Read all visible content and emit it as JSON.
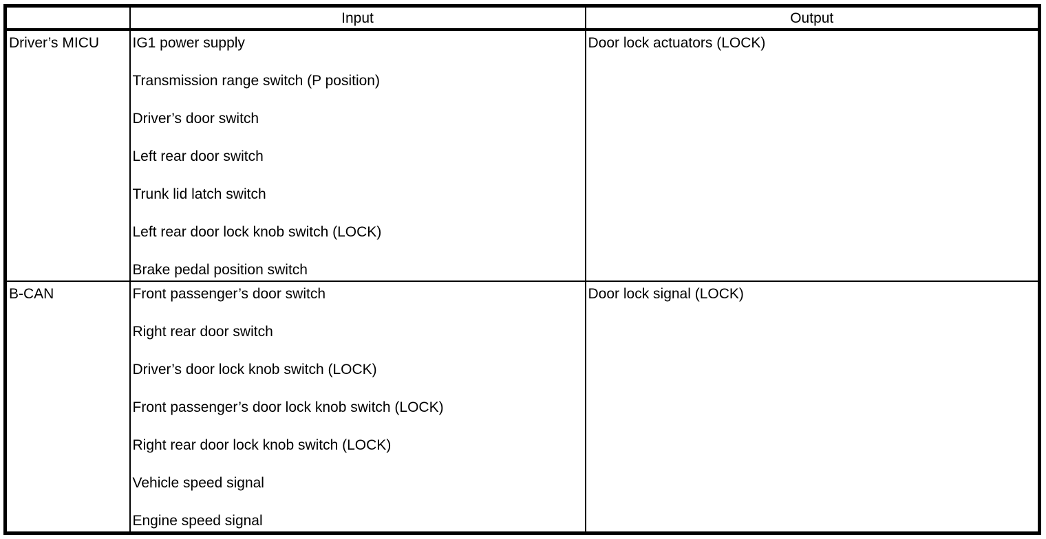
{
  "table": {
    "headers": {
      "source": "",
      "input": "Input",
      "output": "Output"
    },
    "rows": [
      {
        "source": "Driver’s MICU",
        "inputs": [
          "IG1 power supply",
          "Transmission range switch (P position)",
          "Driver’s door switch",
          "Left rear door switch",
          "Trunk lid latch switch",
          "Left rear door lock knob switch (LOCK)",
          "Brake pedal position switch"
        ],
        "outputs": [
          "Door lock actuators (LOCK)"
        ]
      },
      {
        "source": "B-CAN",
        "inputs": [
          "Front passenger’s door switch",
          "Right rear door switch",
          "Driver’s door lock knob switch (LOCK)",
          "Front passenger’s door lock knob switch (LOCK)",
          "Right rear door lock knob switch (LOCK)",
          "Vehicle speed signal",
          "Engine speed signal"
        ],
        "outputs": [
          "Door lock signal (LOCK)"
        ]
      }
    ]
  }
}
